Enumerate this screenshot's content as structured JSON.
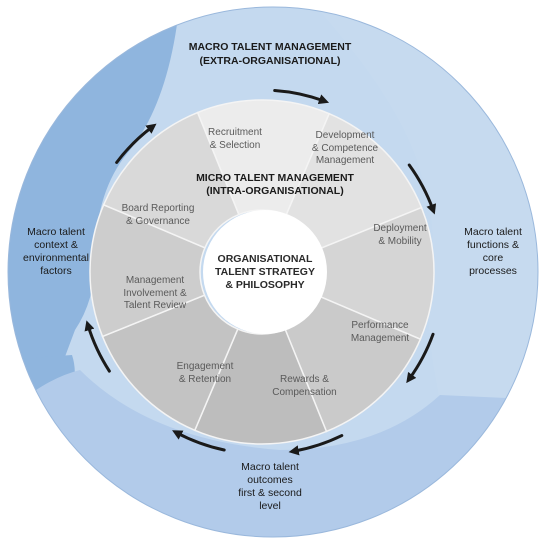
{
  "macro": {
    "title": [
      "MACRO TALENT MANAGEMENT",
      "(EXTRA-ORGANISATIONAL)"
    ],
    "context": [
      "Macro talent",
      "context &",
      "environmental",
      "factors"
    ],
    "functions": [
      "Macro talent",
      "functions &",
      "core",
      "processes"
    ],
    "outcomes": [
      "Macro talent",
      "outcomes",
      "first & second",
      "level"
    ]
  },
  "micro": {
    "title": [
      "MICRO TALENT MANAGEMENT",
      "(INTRA-ORGANISATIONAL)"
    ]
  },
  "core": {
    "label": [
      "ORGANISATIONAL",
      "TALENT STRATEGY",
      "& PHILOSOPHY"
    ]
  },
  "segments": [
    {
      "name": "recruitment",
      "label": [
        "Recruitment",
        "& Selection"
      ]
    },
    {
      "name": "development",
      "label": [
        "Development",
        "& Competence",
        "Management"
      ]
    },
    {
      "name": "deployment",
      "label": [
        "Deployment",
        "& Mobility"
      ]
    },
    {
      "name": "performance",
      "label": [
        "Performance",
        "Management"
      ]
    },
    {
      "name": "rewards",
      "label": [
        "Rewards &",
        "Compensation"
      ]
    },
    {
      "name": "engagement",
      "label": [
        "Engagement",
        "& Retention"
      ]
    },
    {
      "name": "management-involvement",
      "label": [
        "Management",
        "Involvement &",
        "Talent Review"
      ]
    },
    {
      "name": "board-reporting",
      "label": [
        "Board Reporting",
        "& Governance"
      ]
    }
  ],
  "colors": {
    "outer_dark": "#8fb5de",
    "outer_light": "#c4d9ef",
    "outer_lower": "#b2cbea",
    "core": "#ffffff",
    "arrow": "#1a1a1a"
  }
}
